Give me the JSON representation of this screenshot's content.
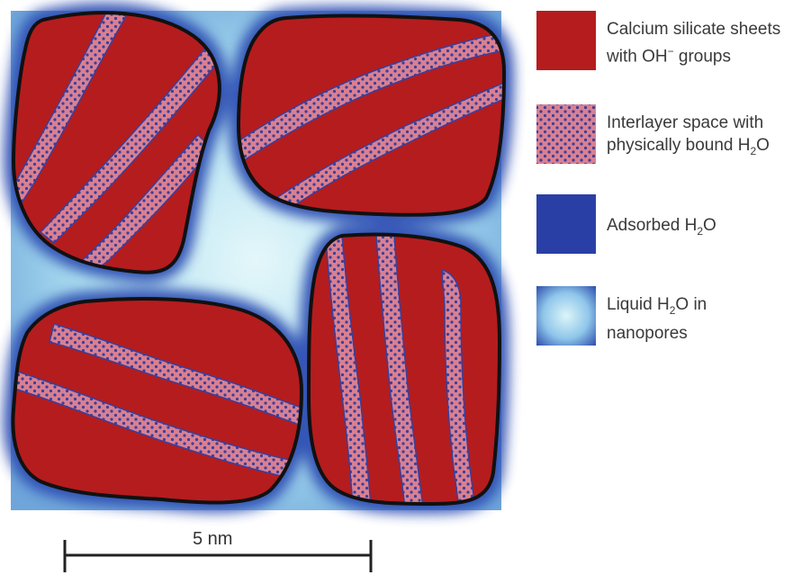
{
  "legend": {
    "sheets": {
      "line1": "Calcium silicate sheets",
      "line2_pre": "with OH",
      "line2_sup": "−",
      "line2_post": " groups",
      "color": "#b51c1e"
    },
    "interlayer": {
      "line1": "Interlayer space with",
      "line2_pre": "physically bound H",
      "line2_sub": "2",
      "line2_post": "O",
      "base_color": "#d77a8a",
      "dot_color": "#3a3f9a"
    },
    "adsorbed": {
      "line1_pre": "Adsorbed H",
      "line1_sub": "2",
      "line1_post": "O",
      "color": "#2a3fa6"
    },
    "liquid": {
      "line1_pre": "Liquid H",
      "line1_sub": "2",
      "line1_post": "O in",
      "line2": "nanopores",
      "color_light": "#d4f0f5",
      "color_dark": "#3050b0"
    }
  },
  "scale_bar": {
    "label": "5 nm"
  }
}
